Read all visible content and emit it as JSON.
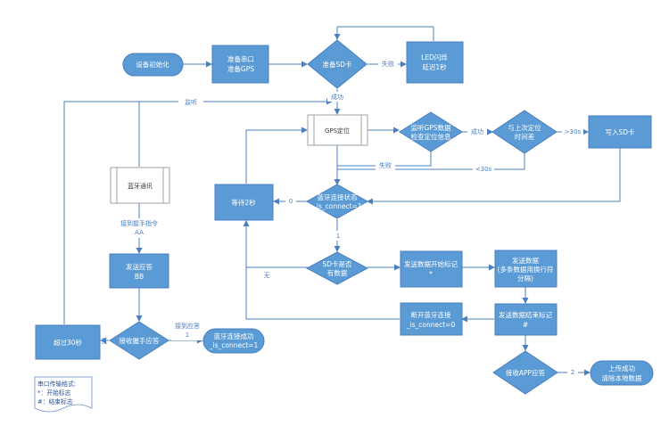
{
  "colors": {
    "node": "#5b9bd5",
    "stroke": "#4a7fc0",
    "text": "#ffffff",
    "label": "#4a7fc0"
  },
  "nodes": {
    "init": "设备初始化",
    "prep_serial": [
      "准备串口",
      "准备GPS"
    ],
    "prep_sd": "准备SD卡",
    "led": [
      "LED闪烁",
      "延迟1秒"
    ],
    "gps_locate": "GPS定位",
    "listen_gps": [
      "监听GPS数据",
      "检查定位信息"
    ],
    "time_diff": [
      "与上次定位",
      "时间差"
    ],
    "write_sd": "写入SD卡",
    "bt_comm": "蓝牙通讯",
    "wait2": "等待2秒",
    "bt_state": [
      "蓝牙连接状态",
      "_is_connect=?"
    ],
    "sd_has_data": [
      "SD卡是否",
      "有数据"
    ],
    "send_start": [
      "发送数据开始标记",
      "*"
    ],
    "send_data": [
      "发送数据",
      "(多条数据用换行符",
      "分隔)"
    ],
    "send_ack": [
      "发送应答",
      "BB"
    ],
    "recv_ack": "接收握手应答",
    "over30": "超过30秒",
    "bt_connected": [
      "蓝牙连接成功",
      "_is_connect=1"
    ],
    "disconnect": [
      "断开蓝牙连接",
      "_is_connect=0"
    ],
    "send_end": [
      "发送数据结束标记",
      "#"
    ],
    "recv_app": "接收APP应答",
    "upload_ok": [
      "上传成功",
      "清除本地数据"
    ]
  },
  "edge_labels": {
    "fail": "失败",
    "success": "成功",
    "listen": "监听",
    "success2": "成功",
    "gt30": ">30s",
    "fail2": "失败",
    "lt30": "<30s",
    "zero": "0",
    "one": "1",
    "handshake": [
      "接到握手指令",
      "AA"
    ],
    "none": "无",
    "none2": "无",
    "ack_recv": [
      "接到应答",
      "1"
    ],
    "two": "2"
  },
  "note": {
    "lines": [
      "串口传输格式:",
      "*：开始标志",
      "#：结束标志"
    ]
  }
}
